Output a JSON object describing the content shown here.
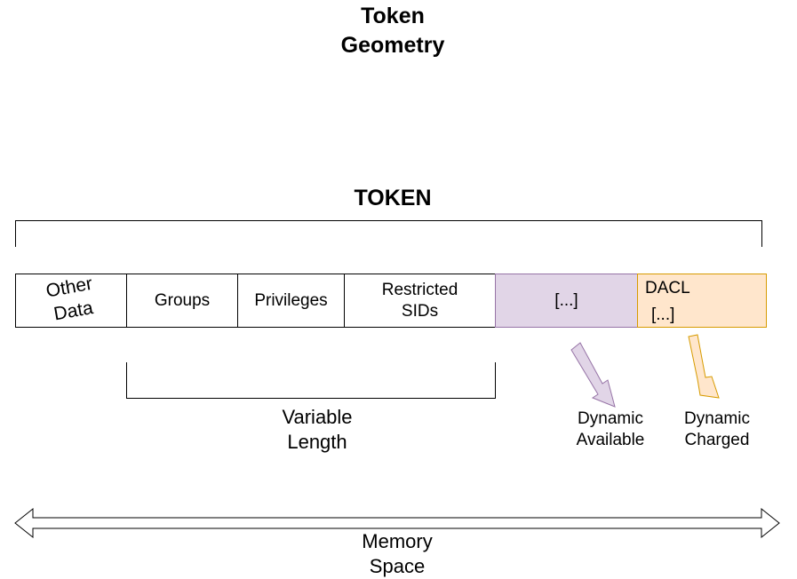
{
  "diagram": {
    "title_lines": [
      "Token",
      "Geometry"
    ],
    "token_label": "TOKEN",
    "cells": {
      "other_data": [
        "Other",
        "Data"
      ],
      "groups": "Groups",
      "privileges": "Privileges",
      "restricted_sids": [
        "Restricted",
        "SIDs"
      ],
      "dynamic_available": "[...]",
      "dacl_title": "DACL",
      "dacl_body": "[...]"
    },
    "labels": {
      "variable_length": [
        "Variable",
        "Length"
      ],
      "dynamic_available": [
        "Dynamic",
        "Available"
      ],
      "dynamic_charged": [
        "Dynamic",
        "Charged"
      ],
      "memory_space": [
        "Memory",
        "Space"
      ]
    },
    "colors": {
      "dynamic_available_fill": "#e1d5e7",
      "dynamic_available_stroke": "#9673a6",
      "dacl_fill": "#ffe6cc",
      "dacl_stroke": "#d79b00"
    }
  }
}
